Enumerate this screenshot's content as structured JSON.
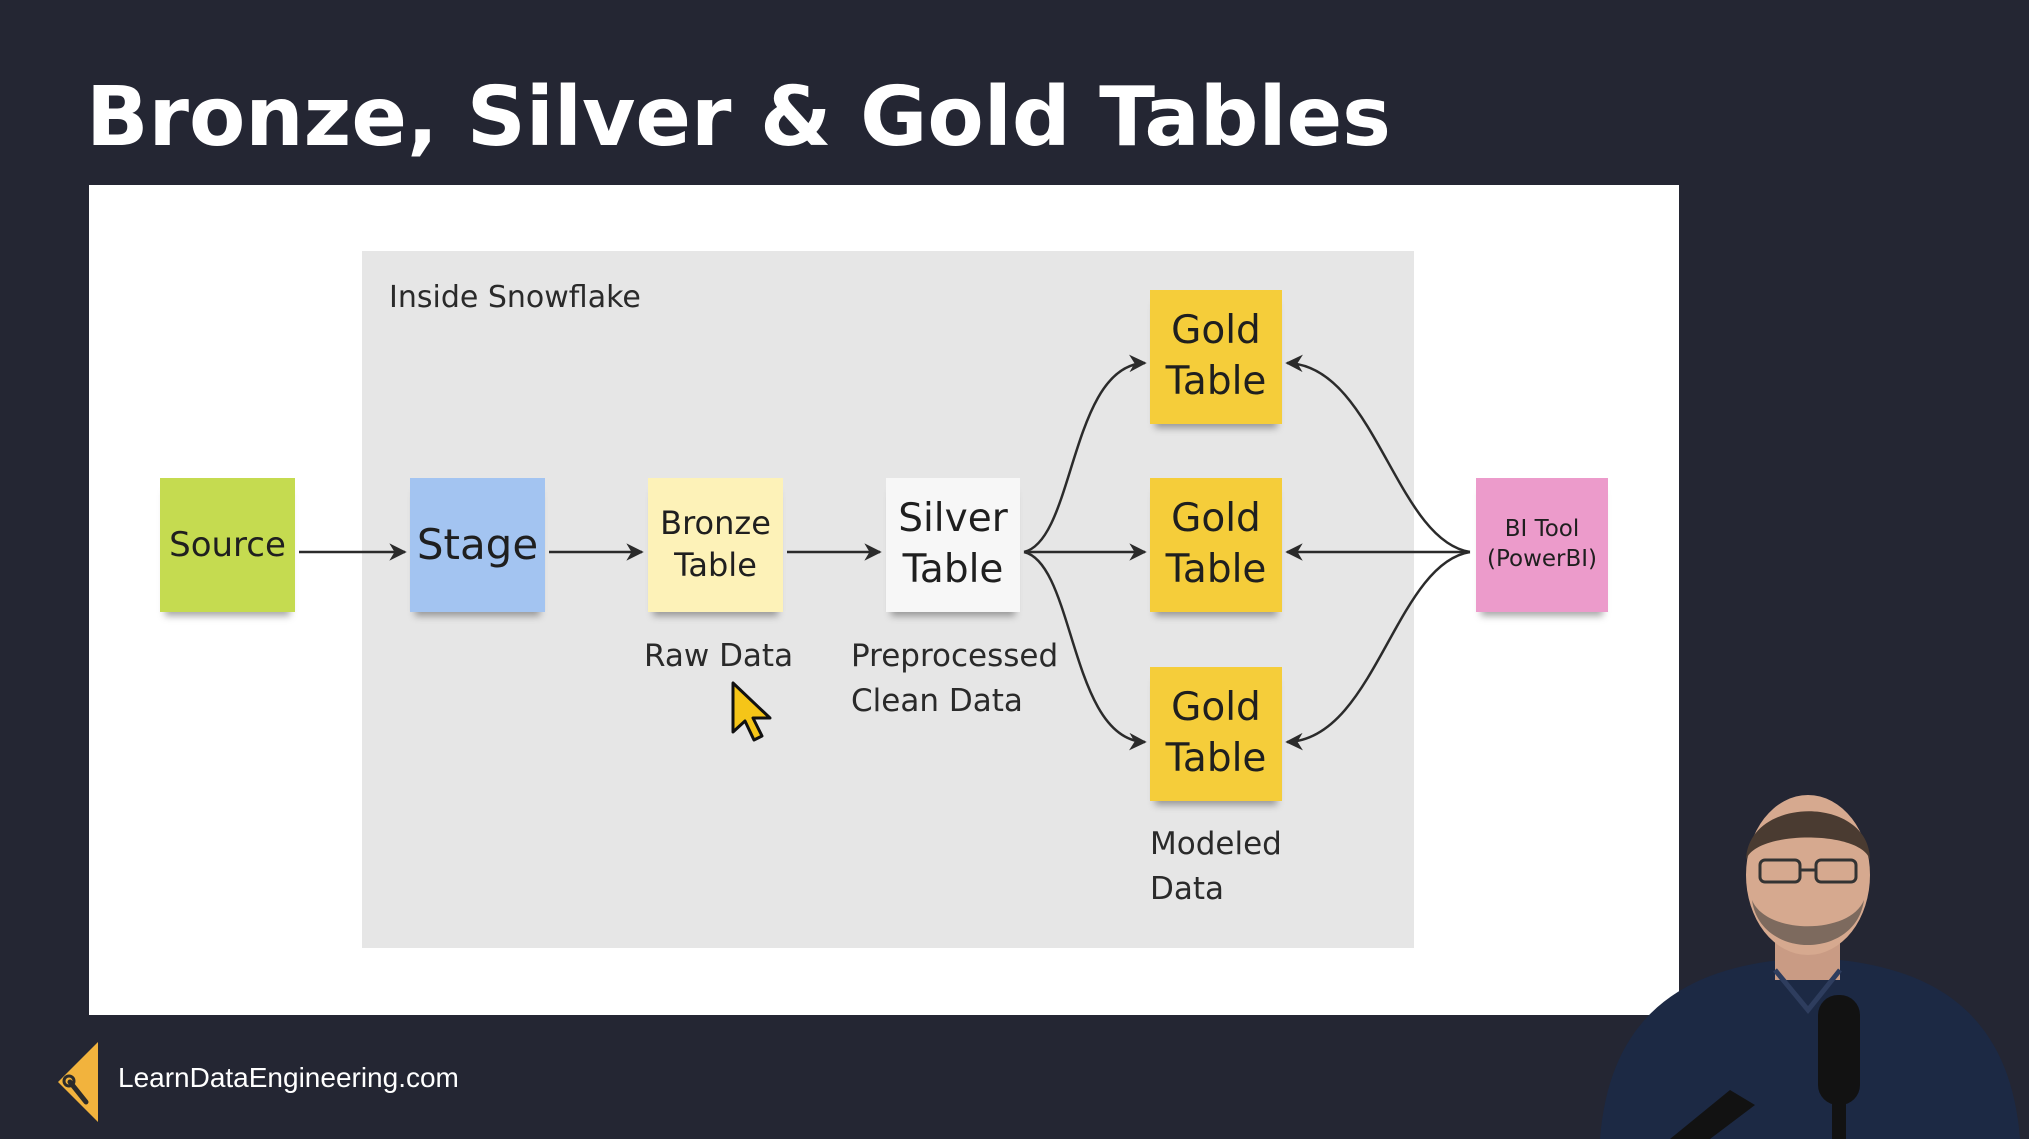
{
  "title": "Bronze, Silver & Gold Tables",
  "zone_label": "Inside Snowflake",
  "nodes": {
    "source": {
      "label": "Source",
      "color": "#c5db50"
    },
    "stage": {
      "label": "Stage",
      "color": "#a3c4f1"
    },
    "bronze": {
      "line1": "Bronze",
      "line2": "Table",
      "color": "#fdf2b8"
    },
    "silver": {
      "line1": "Silver",
      "line2": "Table",
      "color": "#f7f7f7"
    },
    "gold_top": {
      "line1": "Gold",
      "line2": "Table",
      "color": "#f5cd3a"
    },
    "gold_mid": {
      "line1": "Gold",
      "line2": "Table",
      "color": "#f5cd3a"
    },
    "gold_bot": {
      "line1": "Gold",
      "line2": "Table",
      "color": "#f5cd3a"
    },
    "bi": {
      "line1": "BI Tool",
      "line2": "(PowerBI)",
      "color": "#ec9bcb"
    }
  },
  "captions": {
    "raw": "Raw Data",
    "preprocessed_1": "Preprocessed",
    "preprocessed_2": "Clean Data",
    "modeled_1": "Modeled",
    "modeled_2": "Data"
  },
  "footer": {
    "site": "LearnDataEngineering.com",
    "logo_color": "#f2b33d"
  }
}
